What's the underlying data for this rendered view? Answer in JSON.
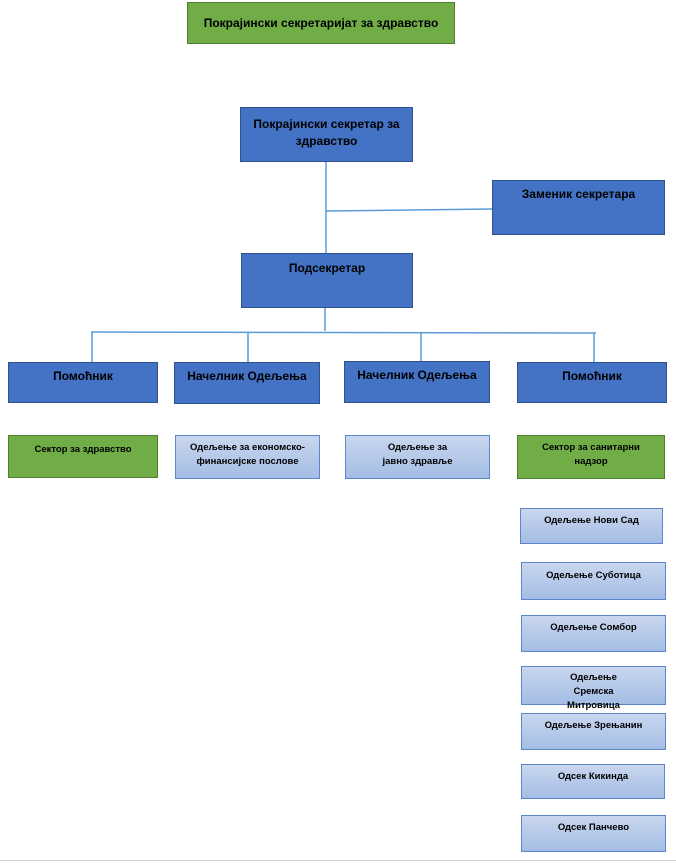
{
  "secretariat": "Покрајински секретаријат за здравство",
  "secretary": "Покрајински секретар за здравство",
  "deputy": "Заменик секретара",
  "undersecretary": "Подсекретар",
  "level3": [
    {
      "title": "Помоћник",
      "unit": "Сектор за здравство",
      "unit_color": "green"
    },
    {
      "title": "Начелник Одељења",
      "unit": "Одељење за економско-финансијске послове",
      "unit_color": "light"
    },
    {
      "title": "Начелник Одељења",
      "unit": "Одељење за јавно здравље",
      "unit_color": "light"
    },
    {
      "title": "Помоћник",
      "unit": "Сектор за санитарни надзор",
      "unit_color": "green"
    }
  ],
  "sanitary_departments": [
    "Одељење Нови Сад",
    "Одељење Суботица",
    "Одељење Сомбор",
    "Одељење Сремска Митровица",
    "Одељење Зрењанин",
    "Одсек Кикинда",
    "Одсек Панчево"
  ],
  "colors": {
    "green": "#70ad47",
    "blue": "#4472c4",
    "light_blue": "#b4c7e7",
    "connector": "#5b9bd5"
  }
}
